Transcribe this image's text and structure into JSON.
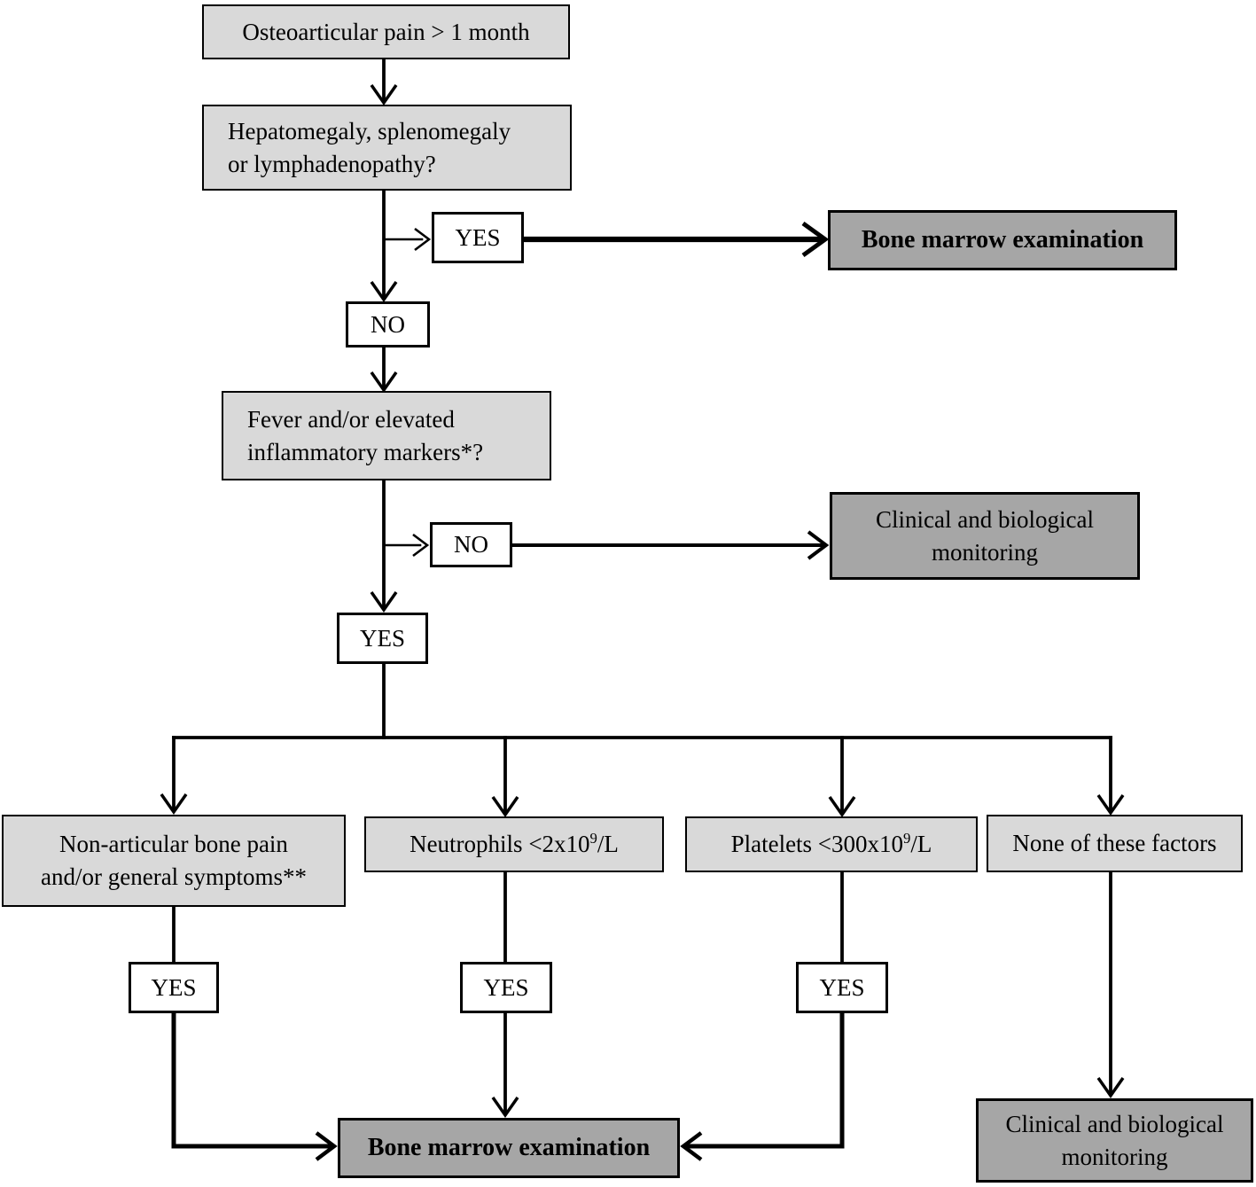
{
  "colors": {
    "box_light_gray": "#d9d9d9",
    "box_dark_gray": "#a6a6a6",
    "box_white": "#ffffff",
    "line_and_border": "#000000"
  },
  "nodes": {
    "osteoarticular_pain": {
      "text": "Osteoarticular pain > 1 month"
    },
    "organomegaly_question": {
      "line1": "Hepatomegaly, splenomegaly",
      "line2": "or lymphadenopathy?"
    },
    "organomegaly_yes": {
      "text": "YES"
    },
    "bone_marrow_exam_top": {
      "text": "Bone marrow examination"
    },
    "organomegaly_no": {
      "text": "NO"
    },
    "fever_question": {
      "line1": "Fever and/or elevated",
      "line2": "inflammatory markers*?"
    },
    "fever_no": {
      "text": "NO"
    },
    "monitoring_top": {
      "line1": "Clinical and biological",
      "line2": "monitoring"
    },
    "fever_yes": {
      "text": "YES"
    },
    "bone_pain": {
      "line1": "Non-articular bone pain",
      "line2": "and/or general symptoms**"
    },
    "neutrophils": {
      "pre": "Neutrophils <2x10",
      "sup": "9",
      "post": "/L"
    },
    "platelets": {
      "pre": "Platelets <300x10",
      "sup": "9",
      "post": "/L"
    },
    "none_factors": {
      "text": "None of these factors"
    },
    "bone_pain_yes": {
      "text": "YES"
    },
    "neutrophils_yes": {
      "text": "YES"
    },
    "platelets_yes": {
      "text": "YES"
    },
    "bone_marrow_exam_bottom": {
      "text": "Bone marrow examination"
    },
    "monitoring_bottom": {
      "line1": "Clinical and biological",
      "line2": "monitoring"
    }
  }
}
